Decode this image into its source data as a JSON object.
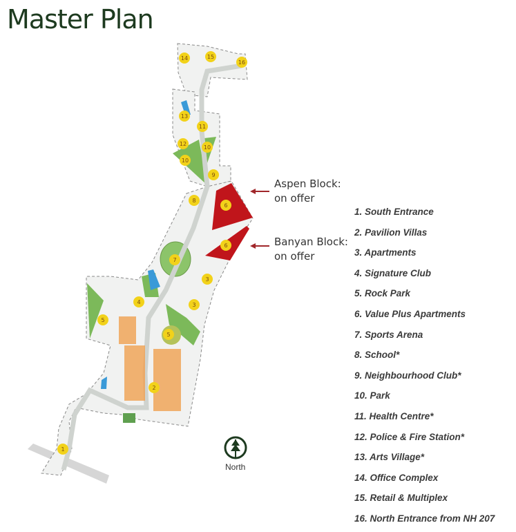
{
  "title": "Master Plan",
  "colors": {
    "title": "#1d3a1f",
    "on_offer": "#c0151b",
    "park": "#7cb95a",
    "water": "#3a9ad8",
    "marker": "#f2d21a",
    "houses": "#f0a050",
    "arrow": "#a0262a"
  },
  "callouts": [
    {
      "line1": "Aspen Block:",
      "line2": "on offer"
    },
    {
      "line1": "Banyan Block:",
      "line2": "on offer"
    }
  ],
  "markers": [
    "14",
    "15",
    "16",
    "13",
    "11",
    "12",
    "10",
    "10",
    "9",
    "8",
    "6",
    "6",
    "7",
    "3",
    "3",
    "4",
    "5",
    "5",
    "2",
    "1"
  ],
  "legend": [
    "1. South Entrance",
    "2. Pavilion Villas",
    "3. Apartments",
    "4. Signature Club",
    "5. Rock Park",
    "6. Value Plus Apartments",
    "7. Sports Arena",
    "8. School*",
    "9. Neighbourhood Club*",
    "10. Park",
    "11. Health Centre*",
    "12. Police & Fire Station*",
    "13. Arts Village*",
    "14. Office Complex",
    "15. Retail & Multiplex",
    "16. North Entrance from NH 207"
  ],
  "compass": {
    "icon": "north-tree-compass-icon",
    "label": "North"
  }
}
